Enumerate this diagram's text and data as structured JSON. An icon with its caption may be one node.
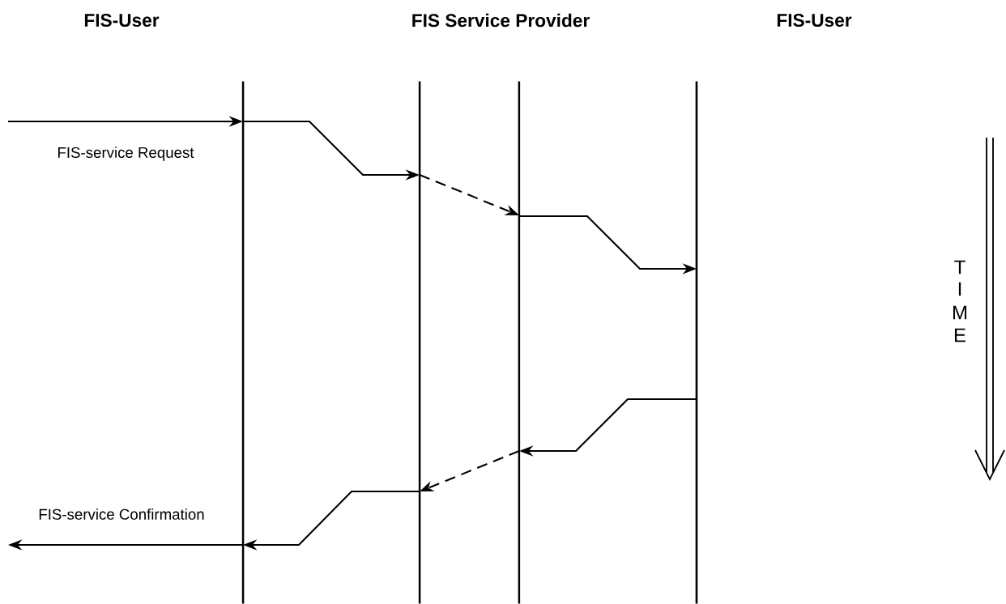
{
  "diagram": {
    "nodes": [
      {
        "text": [],
        "shape": "line"
      },
      {
        "text": [],
        "shape": "line"
      },
      {
        "text": [],
        "shape": "line"
      },
      {
        "text": [],
        "shape": "line"
      }
    ],
    "edges": [
      {
        "from": null,
        "to": 0,
        "arrow": "to",
        "label": "FIS-service Request"
      },
      {
        "from": 0,
        "to": 1,
        "arrow": "to"
      },
      {
        "from": 1,
        "to": 2,
        "arrow": "to",
        "style": "dashed"
      },
      {
        "from": 2,
        "to": 3,
        "arrow": "to"
      },
      {
        "from": 3,
        "to": 2,
        "arrow": "to"
      },
      {
        "from": 2,
        "to": 1,
        "arrow": "to",
        "style": "dashed"
      },
      {
        "from": 1,
        "to": 0,
        "arrow": "to"
      },
      {
        "from": 0,
        "to": null,
        "arrow": "to",
        "label": "FIS-service Confirmation"
      }
    ],
    "labels": [
      "FIS-User",
      "FIS Service Provider",
      "FIS-User",
      "T",
      "I",
      "M",
      "E"
    ]
  }
}
